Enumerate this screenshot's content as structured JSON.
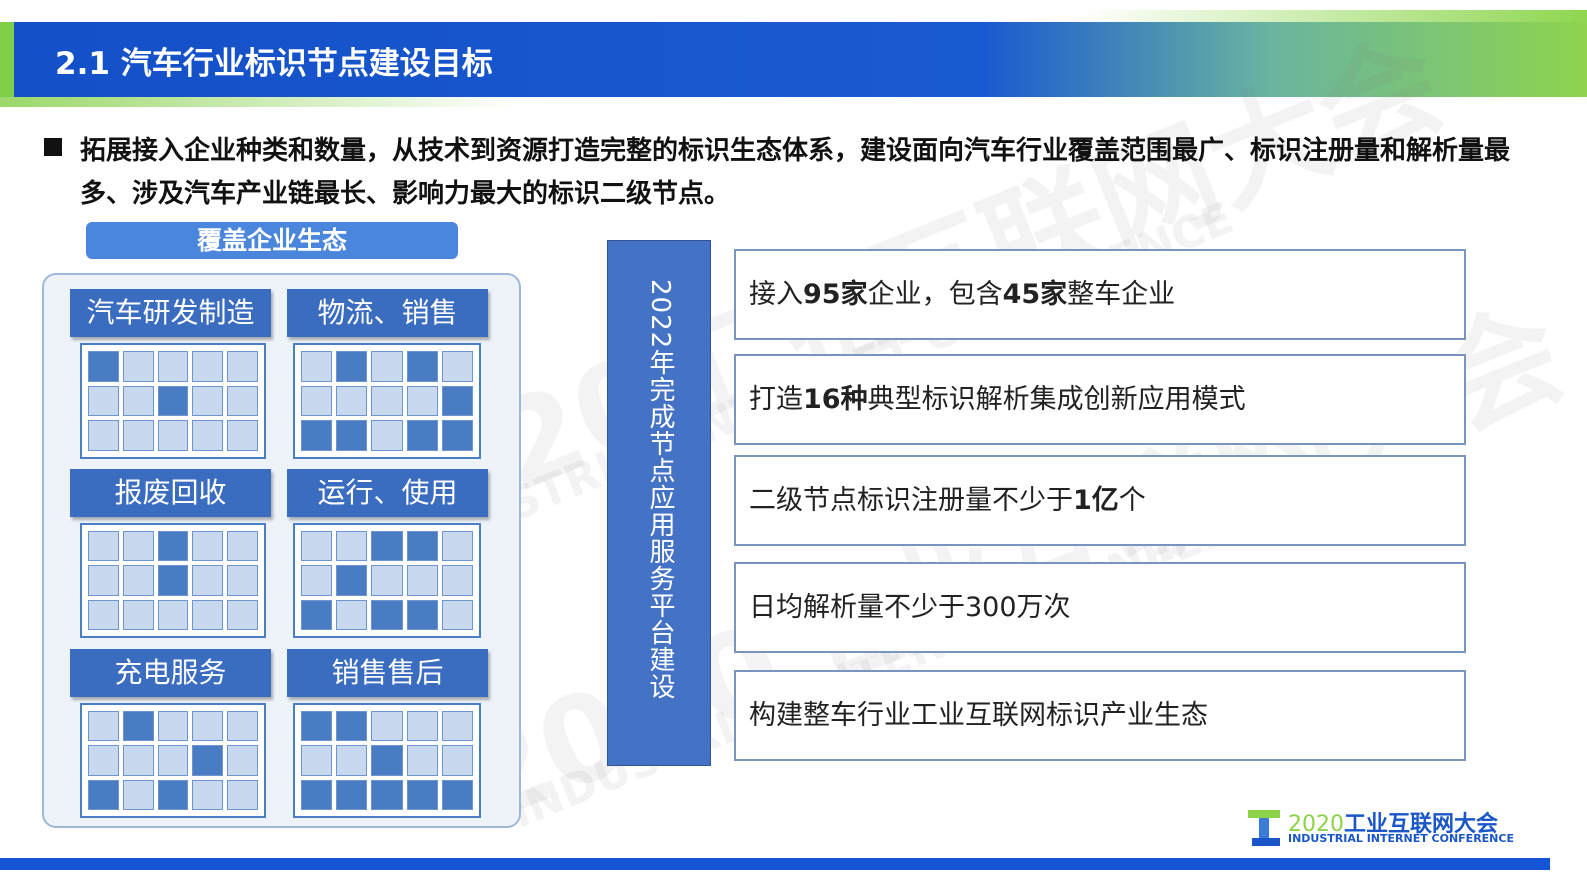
{
  "header": {
    "title": "2.1 汽车行业标识节点建设目标"
  },
  "bullet": {
    "text": "拓展接入企业种类和数量，从技术到资源打造完整的标识生态体系，建设面向汽车行业覆盖范围最广、标识注册量和解析量最多、涉及汽车产业链最长、影响力最大的标识二级节点。"
  },
  "ecosystem": {
    "label": "覆盖企业生态",
    "categories": [
      {
        "label": "汽车研发制造"
      },
      {
        "label": "物流、销售"
      },
      {
        "label": "报废回收"
      },
      {
        "label": "运行、使用"
      },
      {
        "label": "充电服务"
      },
      {
        "label": "销售售后"
      }
    ]
  },
  "platform": {
    "label": "2022年完成节点应用服务平台建设"
  },
  "goals": [
    {
      "pre": "接入",
      "b1": "95家",
      "mid": "企业，包含",
      "b2": "45家",
      "post": "整车企业"
    },
    {
      "pre": "打造",
      "b1": "16种",
      "mid": "典型标识解析集成创新应用模式",
      "b2": "",
      "post": ""
    },
    {
      "pre": "二级节点标识注册量不少于",
      "b1": "1亿",
      "mid": "个",
      "b2": "",
      "post": ""
    },
    {
      "pre": "日均解析量不少于300万次",
      "b1": "",
      "mid": "",
      "b2": "",
      "post": ""
    },
    {
      "pre": "构建整车行业工业互联网标识产业生态",
      "b1": "",
      "mid": "",
      "b2": "",
      "post": ""
    }
  ],
  "watermark": {
    "line1": "2020工业互联网大会",
    "line2": "INDUSTRIAL INTERNET CONFERENCE"
  },
  "logo": {
    "year": "2020",
    "name": "工业互联网大会",
    "sub": "INDUSTRIAL INTERNET CONFERENCE"
  },
  "colors": {
    "primary": "#1456d6",
    "accent": "#8fd650",
    "box": "#4472c4"
  }
}
